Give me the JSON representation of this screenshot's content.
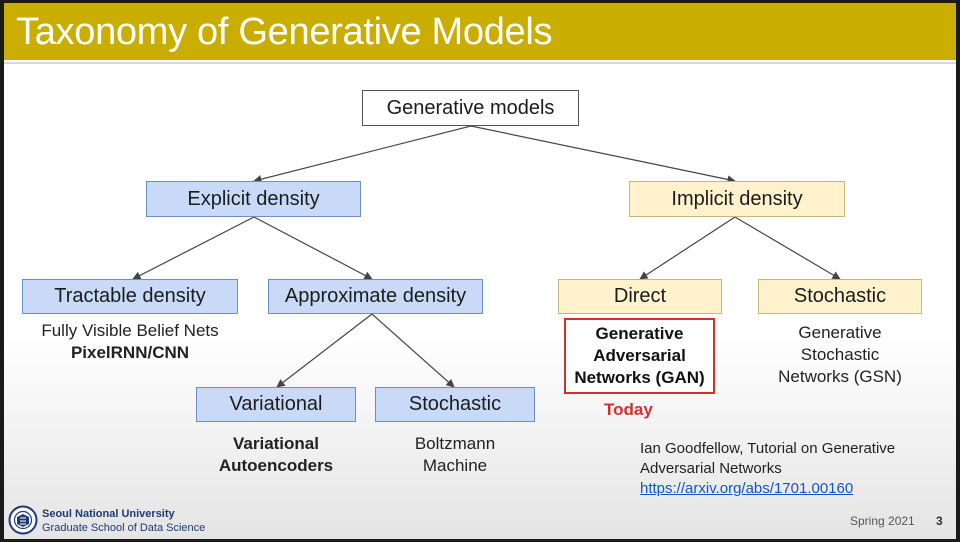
{
  "slide": {
    "title": "Taxonomy of Generative Models",
    "colors": {
      "title_bar": "#c9ad00",
      "explicit_box": "#c9daf8",
      "implicit_box": "#fff2cc",
      "highlight": "#d32f2f",
      "link": "#1155cc"
    }
  },
  "tree": {
    "root": "Generative models",
    "explicit": "Explicit density",
    "implicit": "Implicit density",
    "tractable": "Tractable density",
    "approximate": "Approximate density",
    "variational": "Variational",
    "stochastic_markov": "Stochastic",
    "direct": "Direct",
    "stochastic_implicit": "Stochastic"
  },
  "captions": {
    "tractable_line1": "Fully Visible Belief Nets",
    "tractable_line2": "PixelRNN/CNN",
    "variational_line1": "Variational",
    "variational_line2": "Autoencoders",
    "boltzmann_line1": "Boltzmann",
    "boltzmann_line2": "Machine",
    "gan_line1": "Generative",
    "gan_line2": "Adversarial",
    "gan_line3": "Networks (GAN)",
    "today": "Today",
    "gsn_line1": "Generative",
    "gsn_line2": "Stochastic",
    "gsn_line3": "Networks (GSN)"
  },
  "reference": {
    "line1": "Ian Goodfellow, Tutorial on Generative",
    "line2": "Adversarial Networks",
    "link": "https://arxiv.org/abs/1701.00160"
  },
  "footer": {
    "university": "Seoul National University",
    "school": "Graduate School of Data Science",
    "term": "Spring 2021",
    "page": "3",
    "logo_icon": "university-seal-icon"
  }
}
